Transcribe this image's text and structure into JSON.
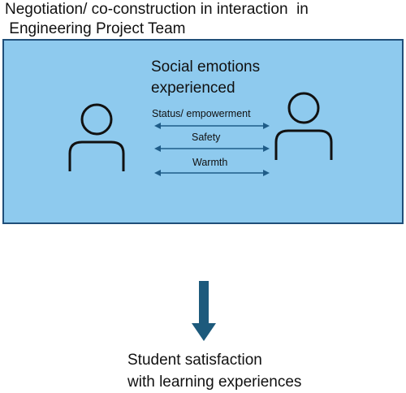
{
  "title": "Negotiation/ co-construction in interaction  in\n Engineering Project Team",
  "panel": {
    "heading": "Social emotions\nexperienced",
    "left_person_icon": "person-outline-icon",
    "right_person_icon": "person-outline-icon",
    "relations": [
      {
        "label": "Status/ empowerment",
        "arrow": "double-headed-arrow-icon"
      },
      {
        "label": "Safety",
        "arrow": "double-headed-arrow-icon"
      },
      {
        "label": "Warmth",
        "arrow": "double-headed-arrow-icon"
      }
    ]
  },
  "outcome": {
    "arrow": "down-arrow-icon",
    "text": "Student satisfaction\nwith learning experiences"
  },
  "colors": {
    "panel_fill": "#8ecaee",
    "panel_border": "#1f4e79",
    "arrow": "#1f5c88",
    "outcome_arrow": "#1d5a7c",
    "icon_stroke": "#111111",
    "text": "#111111"
  }
}
